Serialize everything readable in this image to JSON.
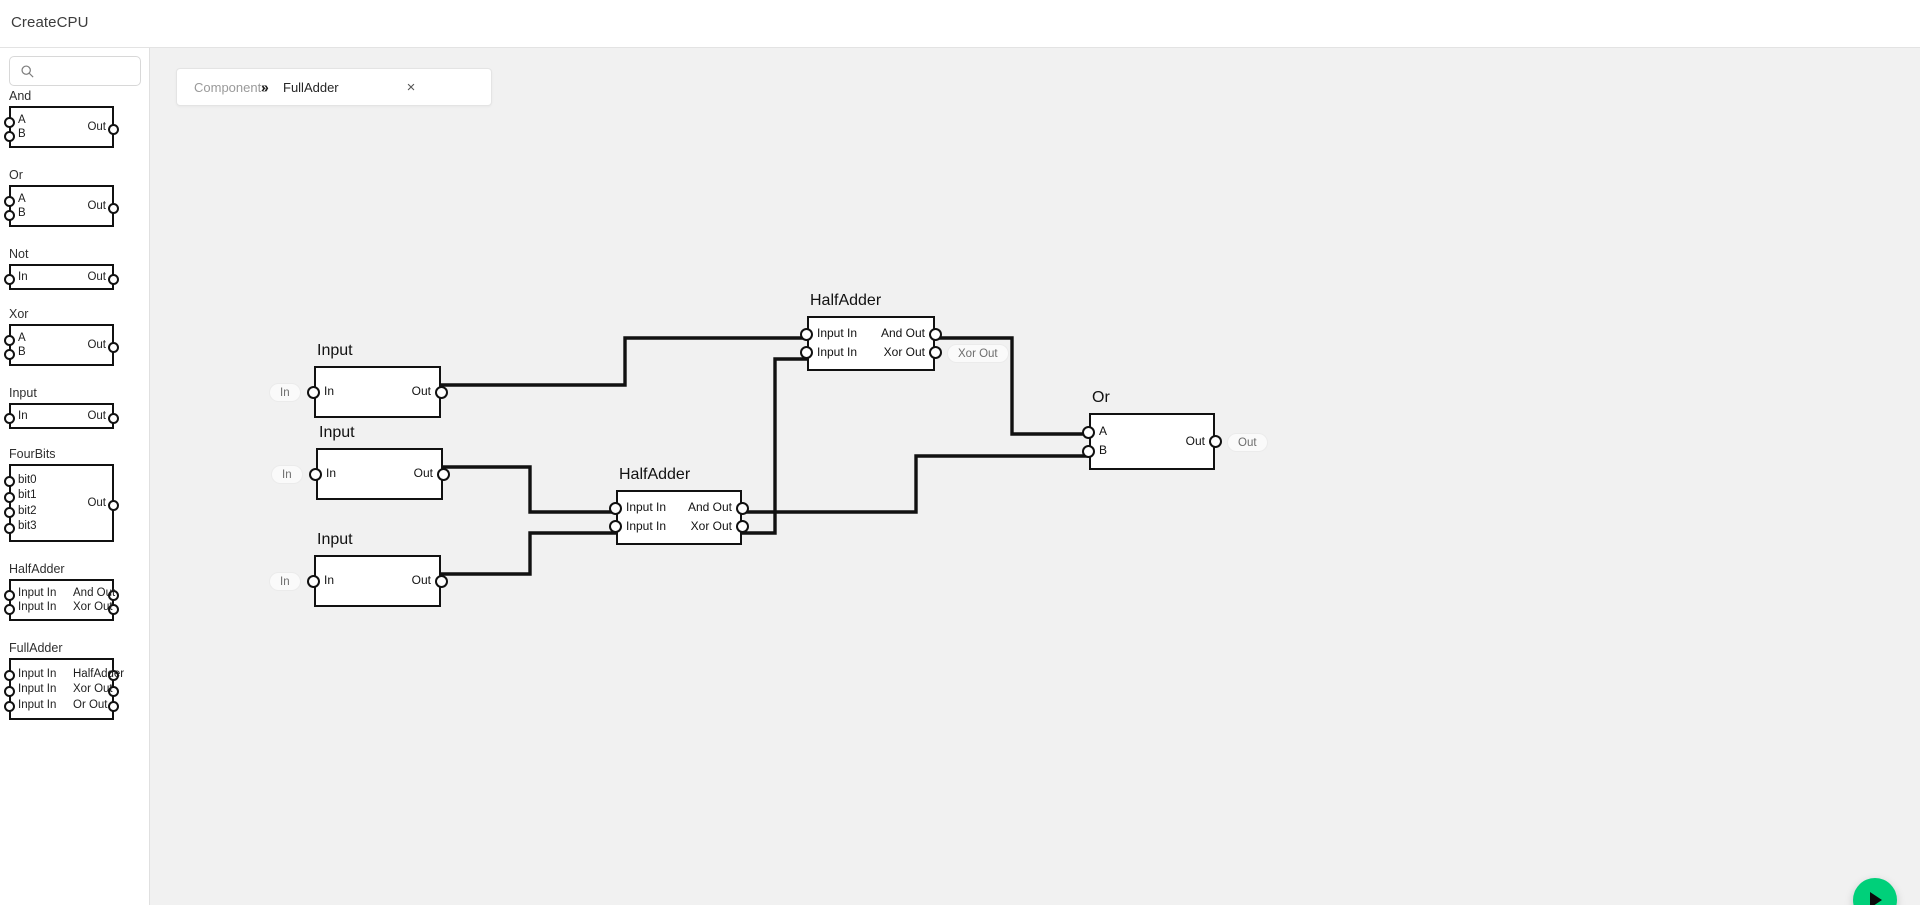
{
  "app": {
    "title": "CreateCPU"
  },
  "sidebar": {
    "search": {
      "placeholder": "",
      "value": "",
      "icon": "search-icon"
    },
    "palette": [
      {
        "name": "And",
        "inputs": [
          "A",
          "B"
        ],
        "outputs": [
          "Out"
        ]
      },
      {
        "name": "Or",
        "inputs": [
          "A",
          "B"
        ],
        "outputs": [
          "Out"
        ]
      },
      {
        "name": "Not",
        "inputs": [
          "In"
        ],
        "outputs": [
          "Out"
        ]
      },
      {
        "name": "Xor",
        "inputs": [
          "A",
          "B"
        ],
        "outputs": [
          "Out"
        ]
      },
      {
        "name": "Input",
        "inputs": [
          "In"
        ],
        "outputs": [
          "Out"
        ]
      },
      {
        "name": "FourBits",
        "inputs": [
          "bit0",
          "bit1",
          "bit2",
          "bit3"
        ],
        "outputs": [
          "Out"
        ]
      },
      {
        "name": "HalfAdder",
        "inputs": [
          "Input In",
          "Input In"
        ],
        "outputs": [
          "And Out",
          "Xor Out"
        ]
      },
      {
        "name": "FullAdder",
        "inputs": [
          "Input In",
          "Input In",
          "Input In"
        ],
        "outputs": [
          "HalfAdder",
          "Xor Out",
          "Or Out"
        ]
      }
    ]
  },
  "tab": {
    "breadcrumb_root": "Components",
    "separator": "»",
    "breadcrumb_leaf": "FullAdder",
    "close_label": "×"
  },
  "canvas": {
    "nodes": [
      {
        "id": "input1",
        "title": "Input",
        "in_labels": [
          "In"
        ],
        "out_labels": [
          "Out"
        ],
        "badge": "In"
      },
      {
        "id": "input2",
        "title": "Input",
        "in_labels": [
          "In"
        ],
        "out_labels": [
          "Out"
        ],
        "badge": "In"
      },
      {
        "id": "input3",
        "title": "Input",
        "in_labels": [
          "In"
        ],
        "out_labels": [
          "Out"
        ],
        "badge": "In"
      },
      {
        "id": "halfadder_top",
        "title": "HalfAdder",
        "in_labels": [
          "Input In",
          "Input In"
        ],
        "out_labels": [
          "And Out",
          "Xor Out"
        ],
        "badge": "Xor Out"
      },
      {
        "id": "halfadder_bottom",
        "title": "HalfAdder",
        "in_labels": [
          "Input In",
          "Input In"
        ],
        "out_labels": [
          "And Out",
          "Xor Out"
        ],
        "badge": ""
      },
      {
        "id": "or1",
        "title": "Or",
        "in_labels": [
          "A",
          "B"
        ],
        "out_labels": [
          "Out"
        ],
        "badge": "Out"
      }
    ]
  },
  "run_button": {
    "icon": "play-icon",
    "color": "#00d07a"
  }
}
